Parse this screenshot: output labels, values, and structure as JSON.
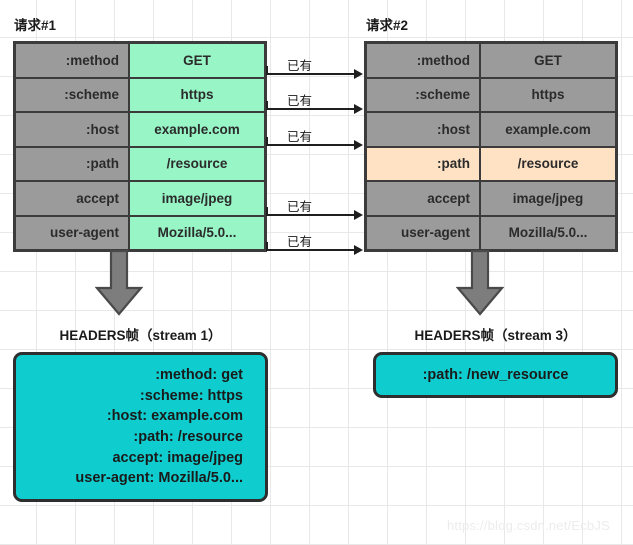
{
  "diagram": {
    "watermark": "https://blog.csdn.net/EcbJS"
  },
  "request1": {
    "title": "请求#1",
    "columns": [
      "name",
      "value"
    ],
    "rows": [
      {
        "name": ":method",
        "value": "GET",
        "highlight": false
      },
      {
        "name": ":scheme",
        "value": "https",
        "highlight": false
      },
      {
        "name": ":host",
        "value": "example.com",
        "highlight": false
      },
      {
        "name": ":path",
        "value": "/resource",
        "highlight": false
      },
      {
        "name": "accept",
        "value": "image/jpeg",
        "highlight": false
      },
      {
        "name": "user-agent",
        "value": "Mozilla/5.0...",
        "highlight": false
      }
    ]
  },
  "request2": {
    "title": "请求#2",
    "columns": [
      "name",
      "value"
    ],
    "rows": [
      {
        "name": ":method",
        "value": "GET",
        "highlight": false
      },
      {
        "name": ":scheme",
        "value": "https",
        "highlight": false
      },
      {
        "name": ":host",
        "value": "example.com",
        "highlight": false
      },
      {
        "name": ":path",
        "value": "/resource",
        "highlight": true
      },
      {
        "name": "accept",
        "value": "image/jpeg",
        "highlight": false
      },
      {
        "name": "user-agent",
        "value": "Mozilla/5.0...",
        "highlight": false
      }
    ]
  },
  "connectors": [
    {
      "label": "已有",
      "from_row": ":method"
    },
    {
      "label": "已有",
      "from_row": ":scheme"
    },
    {
      "label": "已有",
      "from_row": ":host"
    },
    {
      "label": "已有",
      "from_row": "accept"
    },
    {
      "label": "已有",
      "from_row": "user-agent"
    }
  ],
  "frame1": {
    "caption": "HEADERS帧（stream 1）",
    "lines": [
      ":method: get",
      ":scheme: https",
      ":host: example.com",
      ":path: /resource",
      "accept: image/jpeg",
      "user-agent: Mozilla/5.0..."
    ]
  },
  "frame2": {
    "caption": "HEADERS帧（stream 3）",
    "lines": [
      ":path: /new_resource"
    ]
  },
  "colors": {
    "grid": "#e8e8e8",
    "cell_gray": "#9b9b9b",
    "cell_green": "#97f5c6",
    "cell_peach": "#ffe2c4",
    "frame_cyan": "#0fcdce",
    "arrow_gray": "#7d7d7d",
    "stroke": "#3b3b3b"
  }
}
